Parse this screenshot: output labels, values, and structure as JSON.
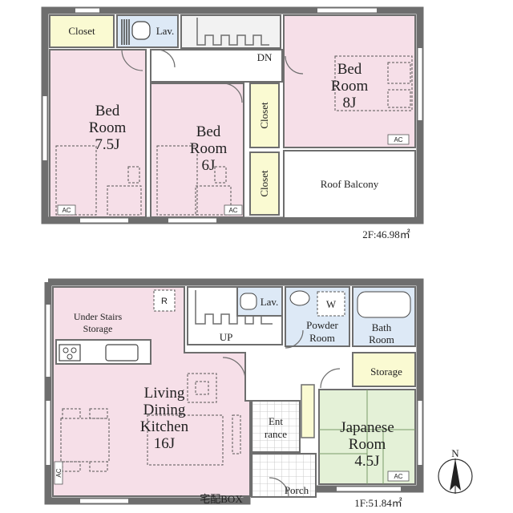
{
  "second_floor": {
    "area_label": "2F:46.98㎡",
    "rooms": {
      "closet_top": "Closet",
      "lav": "Lav.",
      "stair_dn": "DN",
      "bed_75": [
        "Bed",
        "Room",
        "7.5J"
      ],
      "bed_6": [
        "Bed",
        "Room",
        "6J"
      ],
      "bed_8": [
        "Bed",
        "Room",
        "8J"
      ],
      "closet_v1": "Closet",
      "closet_v2": "Closet",
      "roof_balcony": "Roof Balcony"
    },
    "ac_tag": "AC"
  },
  "first_floor": {
    "area_label": "1F:51.84㎡",
    "rooms": {
      "under_stairs": [
        "Under Stairs",
        "Storage"
      ],
      "refrigerator_tag": "R",
      "lav": "Lav.",
      "washer_tag": "W",
      "stair_up": "UP",
      "powder": [
        "Powder",
        "Room"
      ],
      "bath": [
        "Bath",
        "Room"
      ],
      "storage": "Storage",
      "ldk": [
        "Living",
        "Dining",
        "Kitchen",
        "16J"
      ],
      "entrance": [
        "Ent",
        "rance"
      ],
      "japanese": [
        "Japanese",
        "Room",
        "4.5J"
      ],
      "porch": "Porch",
      "delivery_box": "宅配BOX"
    },
    "ac_tag": "AC"
  },
  "compass": {
    "label": "N"
  },
  "colors": {
    "wall": "#6e6e6e",
    "bedroom_pink": "#f6dfe8",
    "closet_yellow": "#fafad2",
    "wet_blue": "#dde9f6",
    "tatami_green": "#e4f1d7",
    "stair_gray": "#e4e4e4"
  }
}
